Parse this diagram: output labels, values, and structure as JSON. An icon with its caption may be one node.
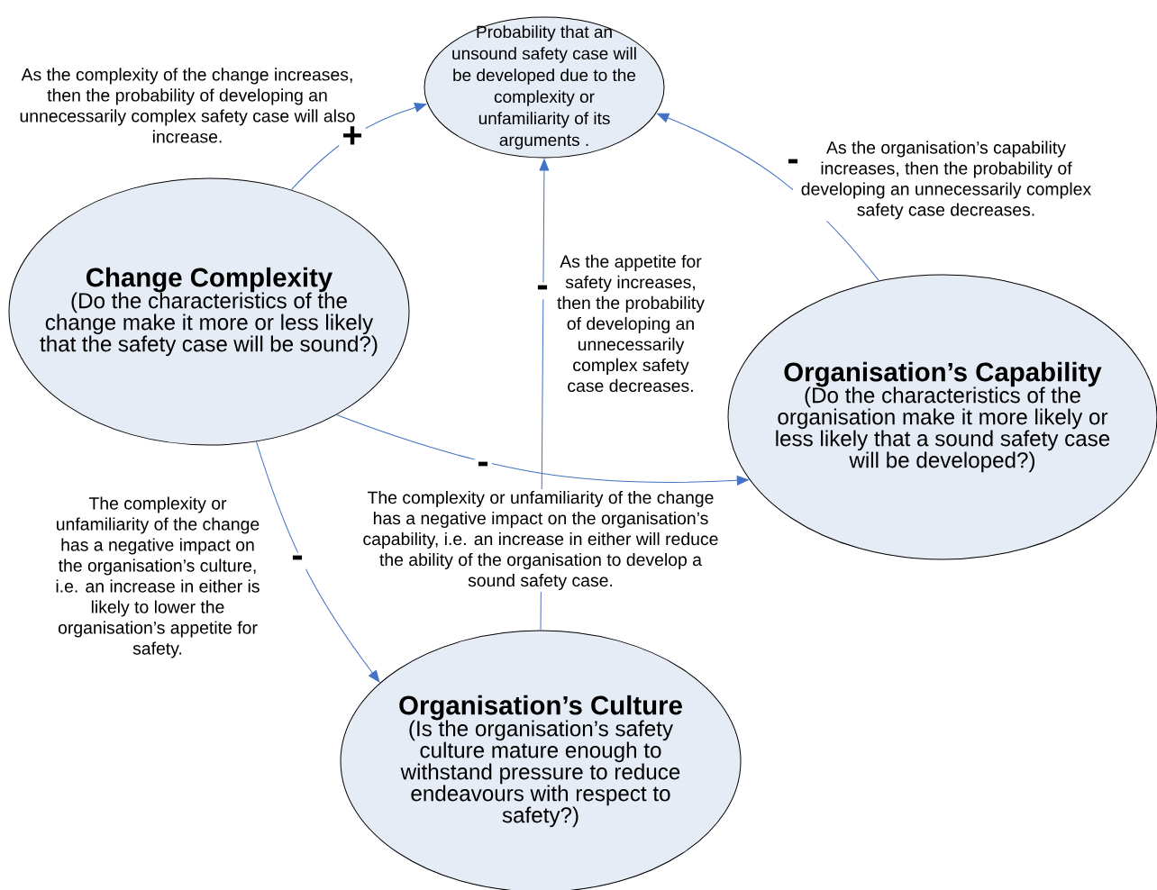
{
  "diagram": {
    "nodes": [
      {
        "text": [
          "Probability that an unsound safety case will be developed due to the complexity or unfamiliarity of its arguments ."
        ]
      },
      {
        "text": [
          "Change Complexity",
          "(Do the characteristics of the change make it more or less likely that the safety case will be sound?)"
        ]
      },
      {
        "text": [
          "Organisation’s Capability",
          "(Do the characteristics of the organisation make it more likely or less likely that a sound safety case will be developed?)"
        ]
      },
      {
        "text": [
          "Organisation’s Culture",
          "(Is the organisation’s safety culture mature enough to withstand pressure to reduce endeavours with respect to safety?)"
        ]
      }
    ],
    "edges": [
      {
        "from": 1,
        "to": 0,
        "arrow": "to",
        "label": "+"
      },
      {
        "from": 2,
        "to": 0,
        "arrow": "to",
        "label": "-"
      },
      {
        "from": 3,
        "to": 0,
        "arrow": "to",
        "label": "-"
      },
      {
        "from": 1,
        "to": 2,
        "arrow": "to",
        "label": "-"
      },
      {
        "from": 1,
        "to": 3,
        "arrow": "to",
        "label": "-"
      }
    ],
    "labels": [
      "As the complexity of the change increases, then the probability of developing an unnecessarily complex safety case will also increase.",
      "As the organisation’s capability increases, then the probability of developing an unnecessarily complex safety case decreases.",
      "As the appetite for safety increases, then the probability of developing an unnecessarily complex safety case decreases.",
      "The complexity or unfamiliarity of the change has a negative impact on the organisation’s capability, i.e. an increase in either will reduce the ability of the organisation to develop a sound safety case.",
      "The complexity or unfamiliarity of the change has a negative impact on the organisation’s culture, i.e. an increase in either is likely to lower the organisation’s appetite for safety."
    ]
  }
}
